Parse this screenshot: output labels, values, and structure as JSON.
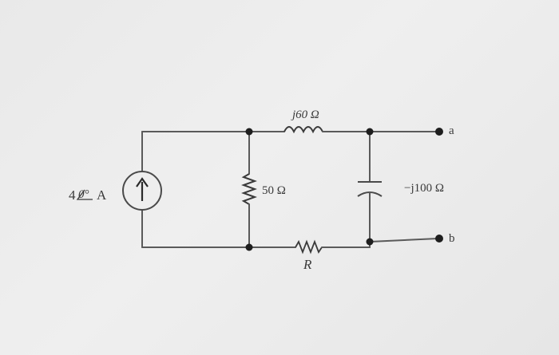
{
  "source": {
    "label_magnitude": "4",
    "label_angle": "0°",
    "label_unit": "A"
  },
  "inductor": {
    "label": "j60 Ω"
  },
  "shunt_resistor": {
    "label": "50 Ω"
  },
  "capacitor": {
    "label": "−j100 Ω"
  },
  "series_resistor": {
    "label": "R"
  },
  "terminals": {
    "a": "a",
    "b": "b"
  },
  "colors": {
    "wire": "#5a5a5a",
    "node": "#1e1e1e",
    "text": "#3a3a3a",
    "background": "#ececec"
  }
}
